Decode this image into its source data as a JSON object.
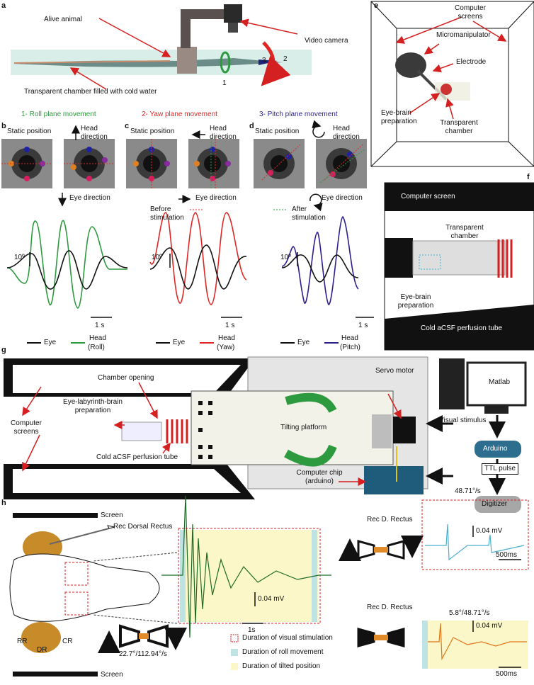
{
  "panels": {
    "a": "a",
    "b": "b",
    "c": "c",
    "d": "d",
    "e": "e",
    "f": "f",
    "g": "g",
    "h": "h"
  },
  "a": {
    "alive_animal": "Alive animal",
    "video_camera": "Video camera",
    "chamber": "Transparent chamber filled with cold water",
    "num1": "1",
    "num2": "2",
    "num3": "3",
    "roll": "1- Roll  plane movement",
    "yaw": "2- Yaw  plane movement",
    "pitch": "3- Pitch plane movement"
  },
  "bcd": {
    "static": "Static position",
    "head_direction": "Head direction",
    "eye_direction": "Eye direction",
    "before": "Before stimulation",
    "after": "After stimulation",
    "deg": "10º",
    "sec": "1 s",
    "eye": "Eye",
    "head": "Head",
    "roll": "(Roll)",
    "yaw": "(Yaw)",
    "pitch": "(Pitch)"
  },
  "e": {
    "screens": "Computer screens",
    "micromanipulator": "Micromanipulator",
    "electrode": "Electrode",
    "prep": "Eye-brain preparation",
    "chamber": "Transparent chamber"
  },
  "f": {
    "screen": "Computer screen",
    "chamber": "Transparent chamber",
    "prep": "Eye-brain preparation",
    "tube": "Cold aCSF perfusion tube"
  },
  "g": {
    "screens": "Computer screens",
    "opening": "Chamber opening",
    "prep": "Eye-labyrinth-brain preparation",
    "tube": "Cold aCSF perfusion tube",
    "platform": "Tilting platform",
    "servo": "Servo motor",
    "chip": "Computer chip (arduino)",
    "matlab": "Matlab",
    "visual": "Visual stimulus",
    "arduino": "Arduino",
    "ttl": "TTL pulse",
    "digitizer": "Digitizer"
  },
  "h": {
    "screen": "Screen",
    "rec": "Rec Dorsal Rectus",
    "rr": "RR",
    "dr": "DR",
    "cr": "CR",
    "speed_main": "22.7°/112.94°/s",
    "mv": "0.04 mV",
    "s1": "1s",
    "leg_visual": "Duration of visual stimulation",
    "leg_roll": "Duration of roll movement",
    "leg_tilt": "Duration of tilted position",
    "rec_d": "Rec D. Rectus",
    "speed_top": "48.71°/s",
    "speed_bottom": "5.8°/48.71°/s",
    "ms500": "500ms"
  },
  "colors": {
    "green": "#2e9a3f",
    "red": "#e02525",
    "blue": "#2a1f8c",
    "cyan": "#3bb3d6",
    "orange": "#e0761a",
    "yellow": "#fbf7c8"
  }
}
